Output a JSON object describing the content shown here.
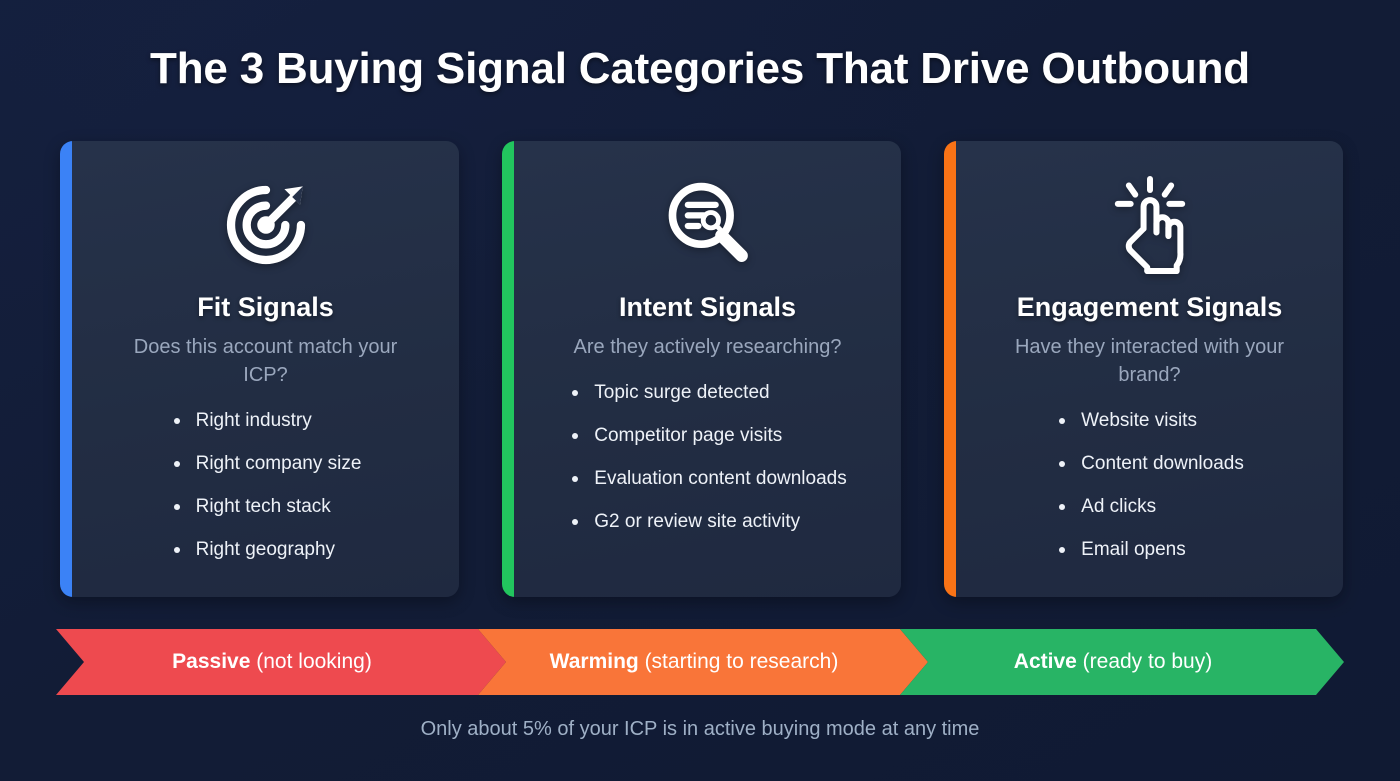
{
  "header": {
    "title": "The 3 Buying Signal Categories That Drive Outbound"
  },
  "cards": [
    {
      "icon": "target-icon",
      "accent_color": "#3b82f6",
      "title": "Fit Signals",
      "subtitle": "Does this account match your ICP?",
      "bullets": [
        "Right industry",
        "Right company size",
        "Right tech stack",
        "Right geography"
      ]
    },
    {
      "icon": "magnifier-document-icon",
      "accent_color": "#22c55e",
      "title": "Intent Signals",
      "subtitle": "Are they actively researching?",
      "bullets": [
        "Topic surge detected",
        "Competitor page visits",
        "Evaluation content downloads",
        "G2 or review site activity"
      ]
    },
    {
      "icon": "clicking-hand-icon",
      "accent_color": "#f97316",
      "title": "Engagement Signals",
      "subtitle": "Have they interacted with your brand?",
      "bullets": [
        "Website visits",
        "Content downloads",
        "Ad clicks",
        "Email opens"
      ]
    }
  ],
  "funnel": {
    "segments": [
      {
        "strong": "Passive",
        "light": " (not looking)",
        "color": "#ee4a4f"
      },
      {
        "strong": "Warming",
        "light": " (starting to research)",
        "color": "#f97539"
      },
      {
        "strong": "Active",
        "light": " (ready to buy)",
        "color": "#28b465"
      }
    ]
  },
  "footer": {
    "note": "Only about 5% of your ICP is in active buying mode at any time"
  }
}
